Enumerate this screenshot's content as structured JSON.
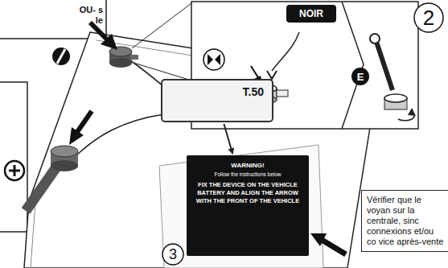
{
  "diagram": {
    "nodes": [
      {
        "text": [
          "OU- s le"
        ]
      },
      {
        "text": [
          "T.50"
        ]
      },
      {
        "text": [
          "WARNING!",
          "Follow the instructions below",
          "FIX THE DEVICE ON THE VEHICLE BATTERY AND ALIGN THE ARROW WITH THE FRONT OF THE VEHICLE"
        ]
      },
      {
        "text": [
          "Vérifier que le voyan sur la centrale, sinc connexions et/ou co vice après-vente"
        ]
      },
      {
        "text": [
          "NOIR"
        ]
      }
    ],
    "edges": [
      {
        "from": 1,
        "to": 2,
        "arrow": "to"
      }
    ],
    "labels": [
      "2",
      "E",
      "3"
    ]
  }
}
